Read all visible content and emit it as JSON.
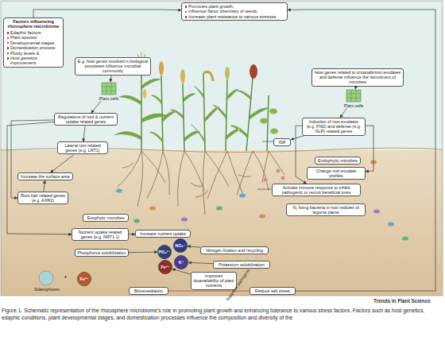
{
  "diagram": {
    "caption": "Figure 1. Schematic representation of the rhizosphere microbiome's role in promoting plant growth and enhancing tolerance to various stress factors. Factors such as host genetics, edaphic conditions, plant developmental stages, and domestication processes influence the composition and diversity of the",
    "nodes": [
      {
        "text": [
          "Promotes plant growth,",
          "Influence flavor chemistry of seeds,",
          "Increase plant resistance to various stresses"
        ]
      },
      {
        "text": [
          "Factors influencing rhizosphere microbiome",
          "Edaphic factors",
          "Plant species",
          "Developmental stages",
          "Domestication process",
          "Ploidy levels &",
          "Host genetics improvement"
        ]
      },
      {
        "text": [
          "E.g. host genes involved in biological processes influence microbial community"
        ]
      },
      {
        "text": [
          "Host genes related to crosstalk/root exudates and defense influence the recruitment of microbes"
        ]
      },
      {
        "text": [
          "Plant cells"
        ]
      },
      {
        "text": [
          "Plant cells"
        ]
      },
      {
        "text": [
          "Regulations of root & nutrient uptake related genes"
        ]
      },
      {
        "text": [
          "Induction of root exudates (e.g. FNS) and defense (e.g. NLR) related genes"
        ]
      },
      {
        "text": [
          "ISR"
        ]
      },
      {
        "text": [
          "Lateral root related genes (e.g. LRT1)"
        ]
      },
      {
        "text": [
          "Endophytic microbes"
        ]
      },
      {
        "text": [
          "Change root exudate profiles"
        ]
      },
      {
        "text": [
          "Increase the surface area"
        ]
      },
      {
        "text": [
          "Activate immune response to inhibit pathogenic or recruit beneficial ones"
        ]
      },
      {
        "text": [
          "Root hair related genes (e.g. AXR2)"
        ]
      },
      {
        "text": [
          "N₂ fixing bacteria in root nodules of legume plants"
        ]
      },
      {
        "text": [
          "Exophytic microbes"
        ]
      },
      {
        "text": [
          "Nutrient uptake related genes (e.g. NRT1.1)"
        ]
      },
      {
        "text": [
          "Increase nutrient uptake"
        ]
      },
      {
        "text": [
          "PO₄³⁻"
        ]
      },
      {
        "text": [
          "NO₃⁻"
        ]
      },
      {
        "text": [
          "Phosphorus solubilization"
        ]
      },
      {
        "text": [
          "Nitrogen fixation and recycling"
        ]
      },
      {
        "text": [
          "Fe³⁺"
        ]
      },
      {
        "text": [
          "K⁺"
        ]
      },
      {
        "text": [
          "Potassium solubilization"
        ]
      },
      {
        "text": [
          "Improves bioavailability of plant nutrients"
        ]
      },
      {
        "text": [
          "Siderophores"
        ]
      },
      {
        "text": [
          "Fe³⁺"
        ]
      },
      {
        "text": [
          "Bioremediation"
        ]
      },
      {
        "text": [
          "Reduce salt stress"
        ]
      }
    ],
    "edges": [
      {
        "from": 1,
        "to": 0,
        "arrow": "to"
      },
      {
        "from": 30,
        "to": 0,
        "arrow": "to"
      },
      {
        "from": 2,
        "to": 4,
        "arrow": "to"
      },
      {
        "from": 4,
        "to": 6,
        "arrow": "to"
      },
      {
        "from": 6,
        "to": 9,
        "arrow": "to"
      },
      {
        "from": 6,
        "to": 14,
        "arrow": "to"
      },
      {
        "from": 6,
        "to": 17,
        "arrow": "to"
      },
      {
        "from": 9,
        "to": 12,
        "arrow": "to"
      },
      {
        "from": 14,
        "to": 12,
        "arrow": "to"
      },
      {
        "from": 17,
        "to": 18,
        "arrow": "to"
      },
      {
        "from": 3,
        "to": 5,
        "arrow": "to"
      },
      {
        "from": 5,
        "to": 7,
        "arrow": "to"
      },
      {
        "from": 7,
        "to": 8,
        "arrow": "to"
      },
      {
        "from": 7,
        "to": 11,
        "arrow": "to"
      },
      {
        "from": 7,
        "to": 13,
        "arrow": "to"
      },
      {
        "from": 21,
        "to": 19,
        "arrow": "to"
      },
      {
        "from": 22,
        "to": 20,
        "arrow": "to"
      },
      {
        "from": 25,
        "to": 24,
        "arrow": "to"
      },
      {
        "from": 26,
        "to": 23,
        "arrow": "to"
      },
      {
        "from": 29,
        "to": 30,
        "arrow": "none"
      }
    ],
    "labels": [
      "+",
      "Suppress pathogens",
      "Trends in Plant Science"
    ]
  }
}
